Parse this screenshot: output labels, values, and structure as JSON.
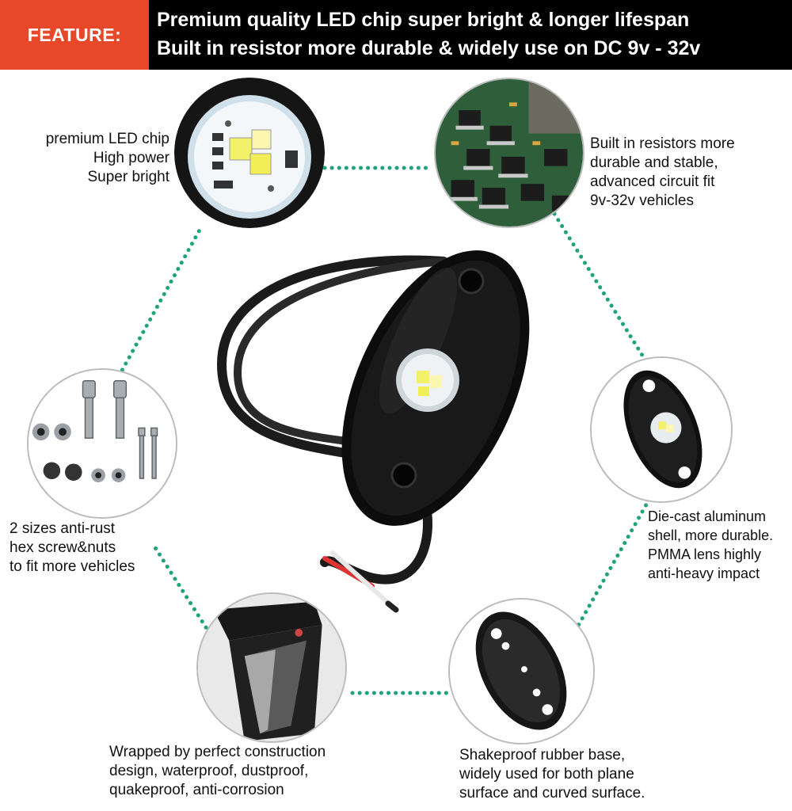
{
  "banner": {
    "badge": "FEATURE:",
    "line1": "Premium quality LED chip super bright & longer lifespan",
    "line2": "Built in resistor more durable & widely use on DC 9v - 32v"
  },
  "features": {
    "led_chip": {
      "lines": [
        "premium LED chip",
        "High power",
        "Super bright"
      ]
    },
    "resistors": {
      "lines": [
        "Built in resistors more",
        "durable and stable,",
        "advanced circuit fit",
        "9v-32v vehicles"
      ]
    },
    "screws": {
      "lines": [
        "2 sizes anti-rust",
        "hex screw&nuts",
        "to fit more vehicles"
      ]
    },
    "shell": {
      "lines": [
        "Die-cast aluminum",
        "shell, more durable.",
        "PMMA lens highly",
        "anti-heavy impact"
      ]
    },
    "wrapped": {
      "lines": [
        "Wrapped by perfect construction",
        "design, waterproof, dustproof,",
        "quakeproof, anti-corrosion"
      ]
    },
    "base": {
      "lines": [
        "Shakeproof rubber base,",
        "widely used for both plane",
        "surface and curved surface."
      ]
    }
  },
  "colors": {
    "banner_bg": "#000000",
    "badge_bg": "#e8472a",
    "connector": "#1fa37a"
  },
  "icons": {
    "led_chip": "led-chip-closeup-icon",
    "resistors": "circuit-board-icon",
    "screws": "screws-nuts-icon",
    "shell": "rock-light-top-icon",
    "wrapped": "wrapped-edge-icon",
    "base": "rubber-base-icon",
    "hero": "rock-light-product-icon"
  }
}
